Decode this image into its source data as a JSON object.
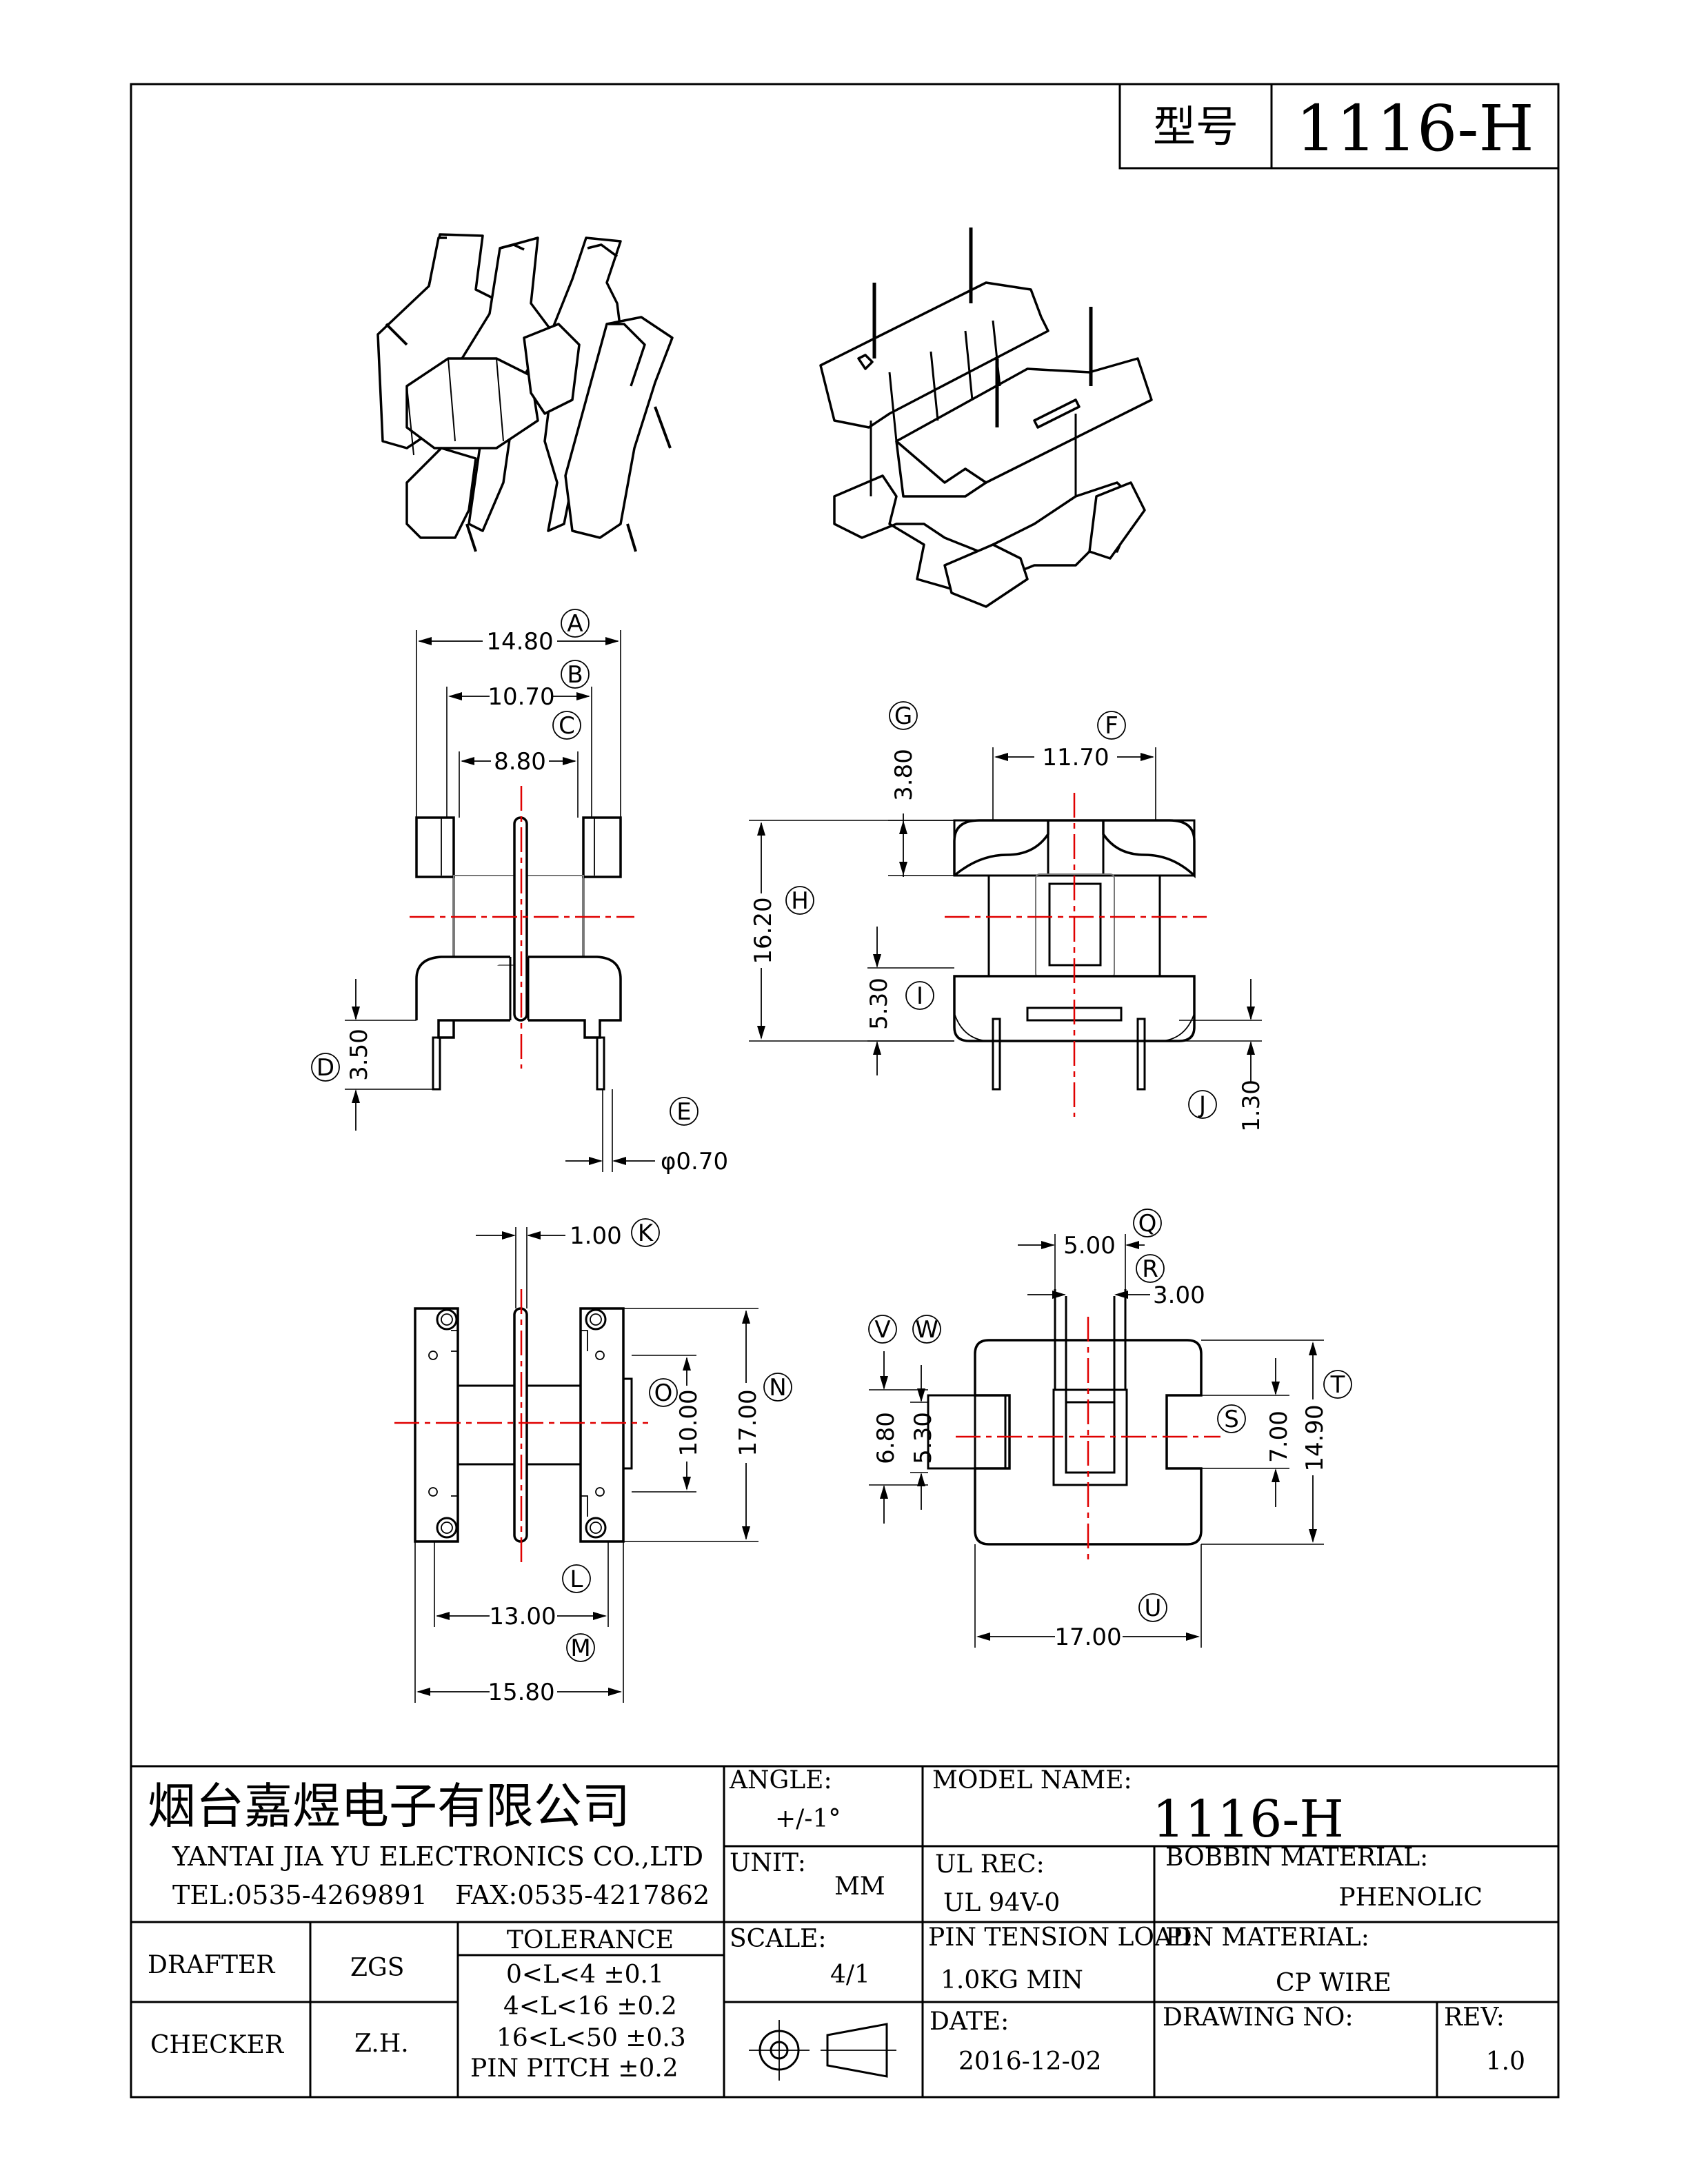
{
  "header": {
    "model_label": "型号",
    "model_value": "1116-H"
  },
  "company": {
    "name_cn": "烟台嘉煜电子有限公司",
    "name_en": "YANTAI JIA YU ELECTRONICS CO.,LTD",
    "tel": "TEL:0535-4269891",
    "fax": "FAX:0535-4217862"
  },
  "titleblock": {
    "angle_label": "ANGLE:",
    "angle_value": "+/-1°",
    "unit_label": "UNIT:",
    "unit_value": "MM",
    "scale_label": "SCALE:",
    "scale_value": "4/1",
    "model_name_label": "MODEL NAME:",
    "model_name_value": "1116-H",
    "ul_rec_label": "UL REC:",
    "ul_rec_value": "UL 94V-0",
    "bobbin_material_label": "BOBBIN MATERIAL:",
    "bobbin_material_value": "PHENOLIC",
    "pin_tension_label": "PIN TENSION LOAD:",
    "pin_tension_value": "1.0KG MIN",
    "pin_material_label": "PIN MATERIAL:",
    "pin_material_value": "CP WIRE",
    "date_label": "DATE:",
    "date_value": "2016-12-02",
    "drawing_no_label": "DRAWING NO:",
    "rev_label": "REV:",
    "rev_value": "1.0",
    "drafter_label": "DRAFTER",
    "drafter_value": "ZGS",
    "checker_label": "CHECKER",
    "checker_value": "Z.H.",
    "tolerance_label": "TOLERANCE",
    "tolerance_rows": [
      "0<L<4  ±0.1",
      "4<L<16  ±0.2",
      "16<L<50 ±0.3",
      "PIN PITCH  ±0.2"
    ]
  },
  "dimensions": {
    "A": "14.80",
    "B": "10.70",
    "C": "8.80",
    "D": "3.50",
    "E": "φ0.70",
    "F": "11.70",
    "G": "3.80",
    "H": "16.20",
    "I": "5.30",
    "J": "1.30",
    "K": "1.00",
    "L": "13.00",
    "M": "15.80",
    "N": "17.00",
    "O": "10.00",
    "Q": "5.00",
    "R": "3.00",
    "S": "7.00",
    "T": "14.90",
    "U": "17.00",
    "V": "6.80",
    "W": "5.30"
  },
  "balloons": {
    "A": "A",
    "B": "B",
    "C": "C",
    "D": "D",
    "E": "E",
    "F": "F",
    "G": "G",
    "H": "H",
    "I": "I",
    "J": "J",
    "K": "K",
    "L": "L",
    "M": "M",
    "N": "N",
    "O": "O",
    "Q": "Q",
    "R": "R",
    "S": "S",
    "T": "T",
    "U": "U",
    "V": "V",
    "W": "W"
  }
}
